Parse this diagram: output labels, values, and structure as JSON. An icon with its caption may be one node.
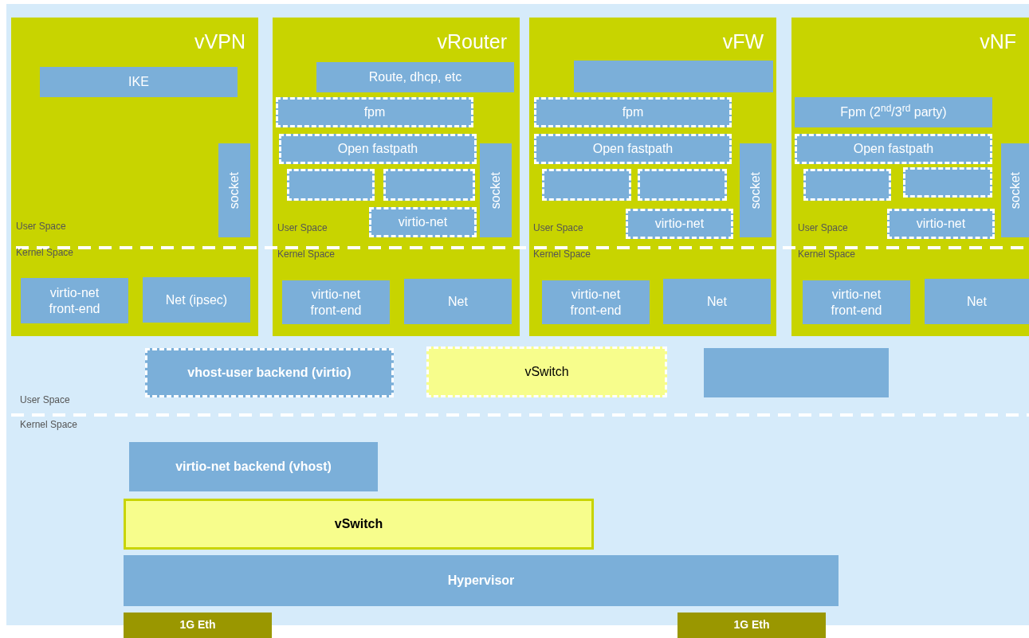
{
  "diagram": {
    "nodes": [
      {
        "text": [
          "vVPN"
        ]
      },
      {
        "text": [
          "IKE"
        ],
        "in": 0
      },
      {
        "text": [
          "socket"
        ],
        "in": 0
      },
      {
        "text": [
          "virtio-net front-end"
        ],
        "in": 0
      },
      {
        "text": [
          "Net (ipsec)"
        ],
        "in": 0
      },
      {
        "text": [
          "vRouter"
        ]
      },
      {
        "text": [
          "Route, dhcp, etc"
        ],
        "in": 5
      },
      {
        "text": [
          "fpm"
        ],
        "in": 5
      },
      {
        "text": [
          "Open fastpath"
        ],
        "in": 5
      },
      {
        "text": [],
        "shape": "box",
        "in": 5
      },
      {
        "text": [],
        "shape": "box",
        "in": 5
      },
      {
        "text": [
          "virtio-net"
        ],
        "in": 5
      },
      {
        "text": [
          "socket"
        ],
        "in": 5
      },
      {
        "text": [
          "virtio-net front-end"
        ],
        "in": 5
      },
      {
        "text": [
          "Net"
        ],
        "in": 5
      },
      {
        "text": [
          "vFW"
        ]
      },
      {
        "text": [],
        "shape": "box",
        "in": 15
      },
      {
        "text": [
          "fpm"
        ],
        "in": 15
      },
      {
        "text": [
          "Open fastpath"
        ],
        "in": 15
      },
      {
        "text": [],
        "shape": "box",
        "in": 15
      },
      {
        "text": [],
        "shape": "box",
        "in": 15
      },
      {
        "text": [
          "virtio-net"
        ],
        "in": 15
      },
      {
        "text": [
          "socket"
        ],
        "in": 15
      },
      {
        "text": [
          "virtio-net front-end"
        ],
        "in": 15
      },
      {
        "text": [
          "Net"
        ],
        "in": 15
      },
      {
        "text": [
          "vNF"
        ]
      },
      {
        "text": [
          "Fpm (2$^{nd}$/3$^{rd}$ party)"
        ],
        "in": 25
      },
      {
        "text": [
          "Open fastpath"
        ],
        "in": 25
      },
      {
        "text": [],
        "shape": "box",
        "in": 25
      },
      {
        "text": [],
        "shape": "box",
        "in": 25
      },
      {
        "text": [
          "virtio-net"
        ],
        "in": 25
      },
      {
        "text": [
          "socket"
        ],
        "in": 25
      },
      {
        "text": [
          "virtio-net front-end"
        ],
        "in": 25
      },
      {
        "text": [
          "Net"
        ],
        "in": 25
      },
      {
        "text": [
          "vhost-user backend (virtio)"
        ]
      },
      {
        "text": [
          "vSwitch"
        ]
      },
      {
        "text": [],
        "shape": "box"
      },
      {
        "text": [
          "virtio-net backend (vhost)"
        ]
      },
      {
        "text": [
          "vSwitch"
        ]
      },
      {
        "text": [
          "Hypervisor"
        ]
      },
      {
        "text": [
          "1G Eth"
        ]
      },
      {
        "text": [
          "1G Eth"
        ]
      }
    ],
    "edges": [],
    "labels": [
      "User Space",
      "Kernel Space",
      "User Space",
      "Kernel Space",
      "User Space",
      "Kernel Space",
      "User Space",
      "Kernel Space",
      "User Space",
      "Kernel Space"
    ]
  }
}
